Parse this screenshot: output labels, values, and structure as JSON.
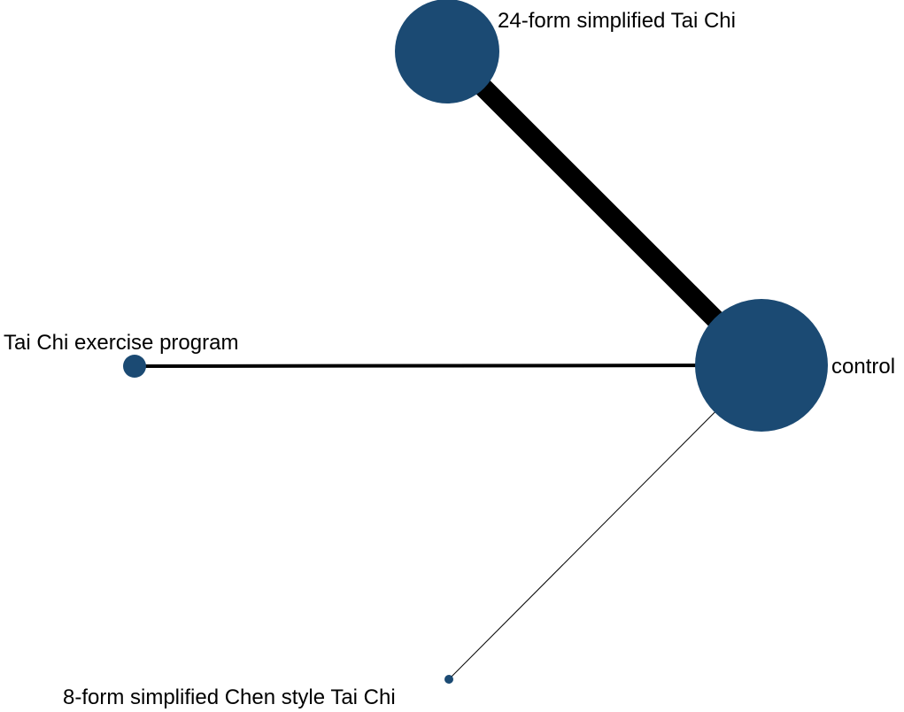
{
  "colors": {
    "node": "#1b4a73",
    "edge": "#000000",
    "background": "#ffffff"
  },
  "nodes": [
    {
      "id": "tai24",
      "label": "24-form simplified Tai Chi"
    },
    {
      "id": "control",
      "label": "control"
    },
    {
      "id": "program",
      "label": "Tai Chi exercise program"
    },
    {
      "id": "chen8",
      "label": "8-form simplified Chen style Tai Chi"
    }
  ],
  "edges": [
    {
      "from": "tai24",
      "to": "control"
    },
    {
      "from": "program",
      "to": "control"
    },
    {
      "from": "chen8",
      "to": "control"
    }
  ]
}
